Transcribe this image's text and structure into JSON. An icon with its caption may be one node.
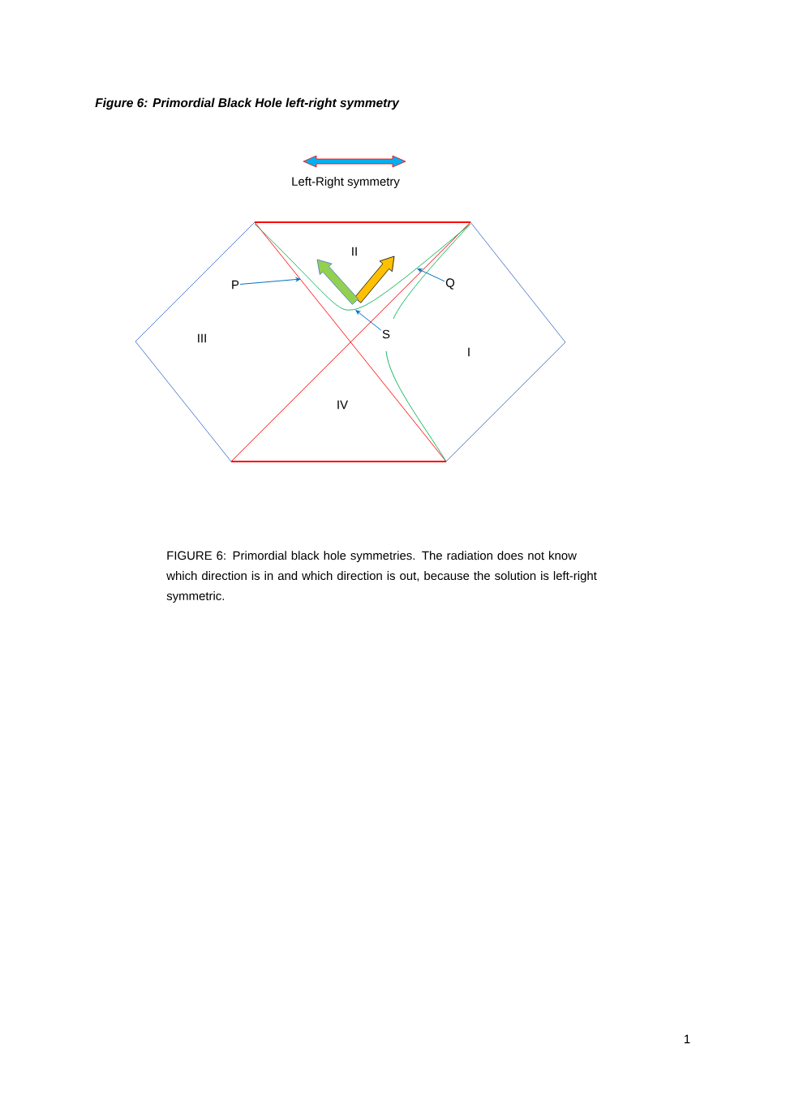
{
  "diagram": {
    "title": "Figure 6: Primordial Black Hole left-right symmetry",
    "caption": "FIGURE 6: Primordial black hole symmetries. The radiation does not know which direction is in and which direction is out, because the solution is left-right symmetric.",
    "nodes": [
      {
        "text": [
          "P"
        ]
      },
      {
        "text": [
          "Q"
        ]
      },
      {
        "text": [
          "S"
        ]
      }
    ],
    "edges": [
      {
        "from": 0,
        "to": null,
        "arrow": "to"
      },
      {
        "from": 1,
        "to": null,
        "arrow": "to"
      },
      {
        "from": 2,
        "to": null,
        "arrow": "to"
      }
    ],
    "labels": [
      "Left-Right symmetry",
      "II",
      "III",
      "I",
      "IV",
      "1"
    ]
  }
}
